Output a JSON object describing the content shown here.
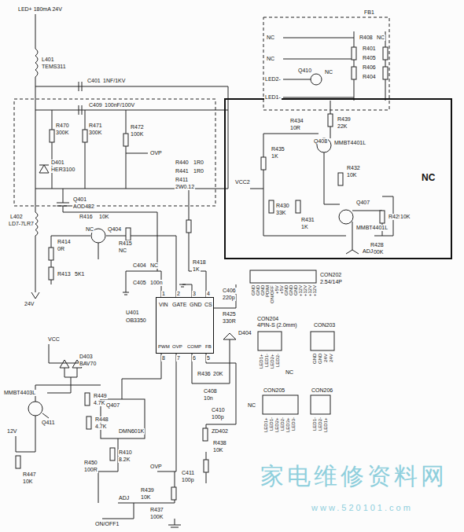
{
  "diagram": {
    "nodes": [
      {
        "text": [
          "NC"
        ]
      },
      {
        "text": [
          "U401",
          "OB3350"
        ]
      }
    ],
    "labels": [
      "LED+ 180mA 24V",
      "L401",
      "TEMS311",
      "C401",
      "1NF/1KV",
      "C409",
      "100nF/100V",
      "R470",
      "300K",
      "R471",
      "300K",
      "R472",
      "100K",
      "D401",
      "HER3100",
      "OVP",
      "R440",
      "1R0",
      "R441",
      "1R0",
      "R411",
      "2W0.12",
      "Q401",
      "AOD482",
      "R416",
      "10K",
      "Q404",
      "NC",
      "R415",
      "NC",
      "R414",
      "0R",
      "R413",
      "5K1",
      "L402",
      "LD7-7LR7",
      "24V",
      "C404",
      "NC",
      "C405",
      "100n",
      "R418",
      "1K",
      "C406",
      "220p",
      "R425",
      "330R",
      "VIN",
      "GATE",
      "GND",
      "CS",
      "1",
      "2",
      "3",
      "4",
      "PWM",
      "OVP",
      "COMP",
      "FB",
      "8",
      "7",
      "6",
      "5",
      "VCC",
      "D403",
      "BAV70",
      "MMBT4403L",
      "Q411",
      "R449",
      "4.7K",
      "R448",
      "4.7K",
      "Q407",
      "DMN601K",
      "R447",
      "10K",
      "12V",
      "R450",
      "100R",
      "R410",
      "8.2K",
      "ON/OFF1",
      "ADJ",
      "R439",
      "10K",
      "R437",
      "100K",
      "C411",
      "100p",
      "R438",
      "10K",
      "ZD402",
      "C410",
      "100p",
      "C408",
      "10n",
      "R436",
      "20K",
      "D404",
      "OVP",
      "CON202",
      "2.54/14P",
      "GND",
      "GND",
      "GND",
      "PDIM",
      "ON/OFF",
      "+5V",
      "+5V",
      "GND",
      "GND",
      "GND",
      "+12V",
      "+12V",
      "+12V",
      "+12V",
      "CON204",
      "4PIN-S (2.0mm)",
      "LED1+",
      "LED1-",
      "LED2+",
      "LED2-",
      "NC",
      "CON203",
      "GND",
      "GND",
      "24V",
      "24V",
      "CON205",
      "LED1+",
      "LED1-",
      "LED2+",
      "LED2-",
      "LED3+",
      "LED3-",
      "NC",
      "CON206",
      "LED1-",
      "LED2-",
      "LED1+",
      "VCC2",
      "R435",
      "1K",
      "Q408",
      "MMBT4401L",
      "R432",
      "10K",
      "R430",
      "33K",
      "R431",
      "1K",
      "Q407",
      "MMBT4401L",
      "R429",
      "10K",
      "R428",
      "200K",
      "ADJ",
      "R434",
      "10R",
      "R439",
      "22K",
      "Q410",
      "NC",
      "NC",
      "NC",
      "LED2-",
      "LED1-",
      "R408",
      "NC",
      "R401",
      "R405",
      "R406",
      "R404",
      "FB1",
      "家电维修资料网",
      "www.520101.com"
    ]
  }
}
